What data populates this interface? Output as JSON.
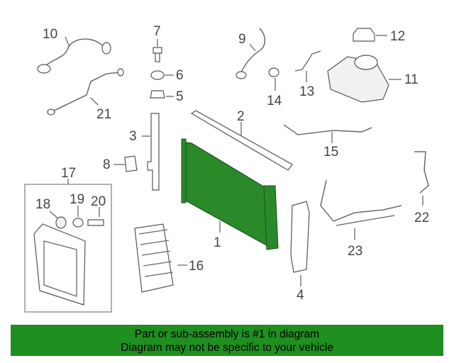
{
  "diagram": {
    "highlight_color": "#2a8a2a",
    "callouts": [
      {
        "id": "c1",
        "text": "1"
      },
      {
        "id": "c2",
        "text": "2"
      },
      {
        "id": "c3",
        "text": "3"
      },
      {
        "id": "c4",
        "text": "4"
      },
      {
        "id": "c5",
        "text": "5"
      },
      {
        "id": "c6",
        "text": "6"
      },
      {
        "id": "c7",
        "text": "7"
      },
      {
        "id": "c8",
        "text": "8"
      },
      {
        "id": "c9",
        "text": "9"
      },
      {
        "id": "c10",
        "text": "10"
      },
      {
        "id": "c11",
        "text": "11"
      },
      {
        "id": "c12",
        "text": "12"
      },
      {
        "id": "c13",
        "text": "13"
      },
      {
        "id": "c14",
        "text": "14"
      },
      {
        "id": "c15",
        "text": "15"
      },
      {
        "id": "c16",
        "text": "16"
      },
      {
        "id": "c17",
        "text": "17"
      },
      {
        "id": "c18",
        "text": "18"
      },
      {
        "id": "c19",
        "text": "19"
      },
      {
        "id": "c20",
        "text": "20"
      },
      {
        "id": "c21",
        "text": "21"
      },
      {
        "id": "c22",
        "text": "22"
      },
      {
        "id": "c23",
        "text": "23"
      }
    ]
  },
  "banner": {
    "color": "#1f8f1f",
    "line1": "Part or sub-assembly is #1 in diagram",
    "line2": "Diagram may not be specific to your vehicle"
  }
}
